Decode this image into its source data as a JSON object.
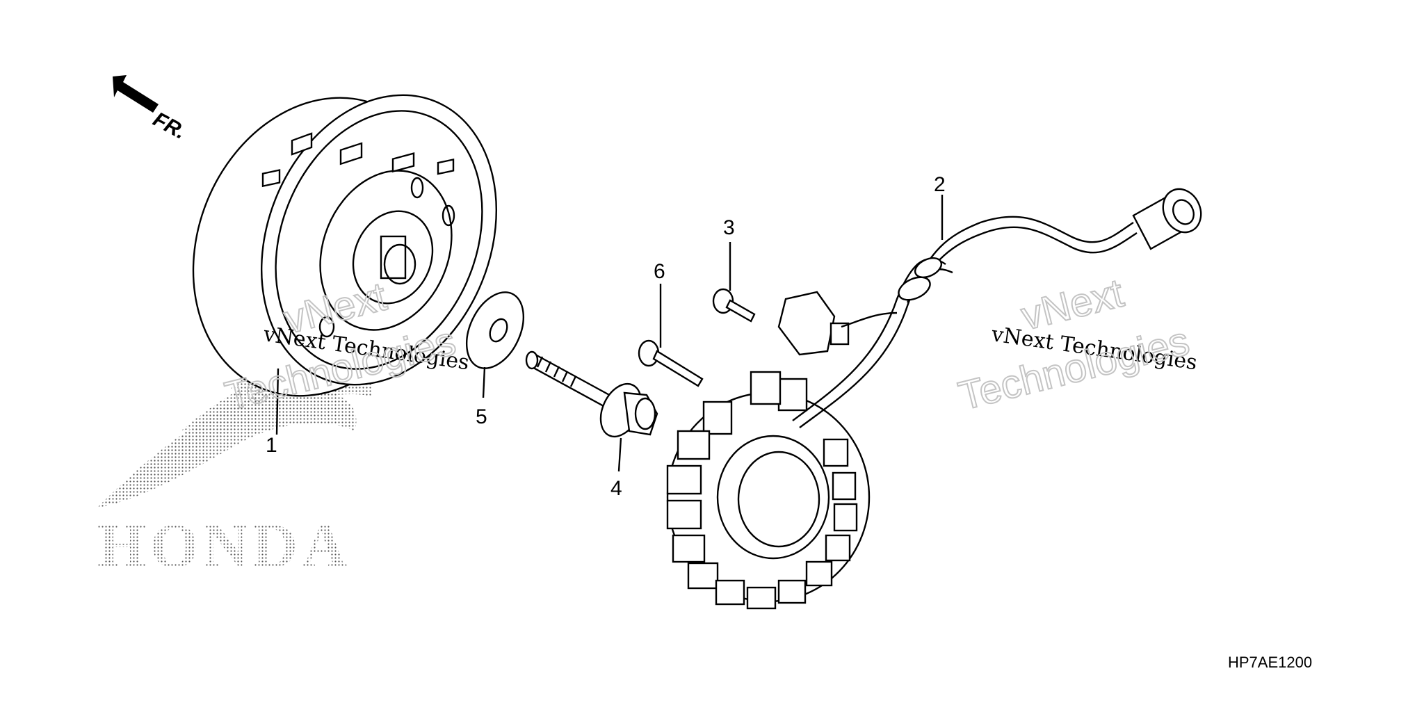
{
  "callouts": [
    "1",
    "2",
    "3",
    "4",
    "5",
    "6"
  ],
  "direction_marker": "FR.",
  "diagram_code": "HP7AE1200",
  "watermark": {
    "line1": "vNext Technologies",
    "outline_line1": "vNext",
    "outline_line2": "Technologies"
  },
  "logo_text": "HONDA"
}
